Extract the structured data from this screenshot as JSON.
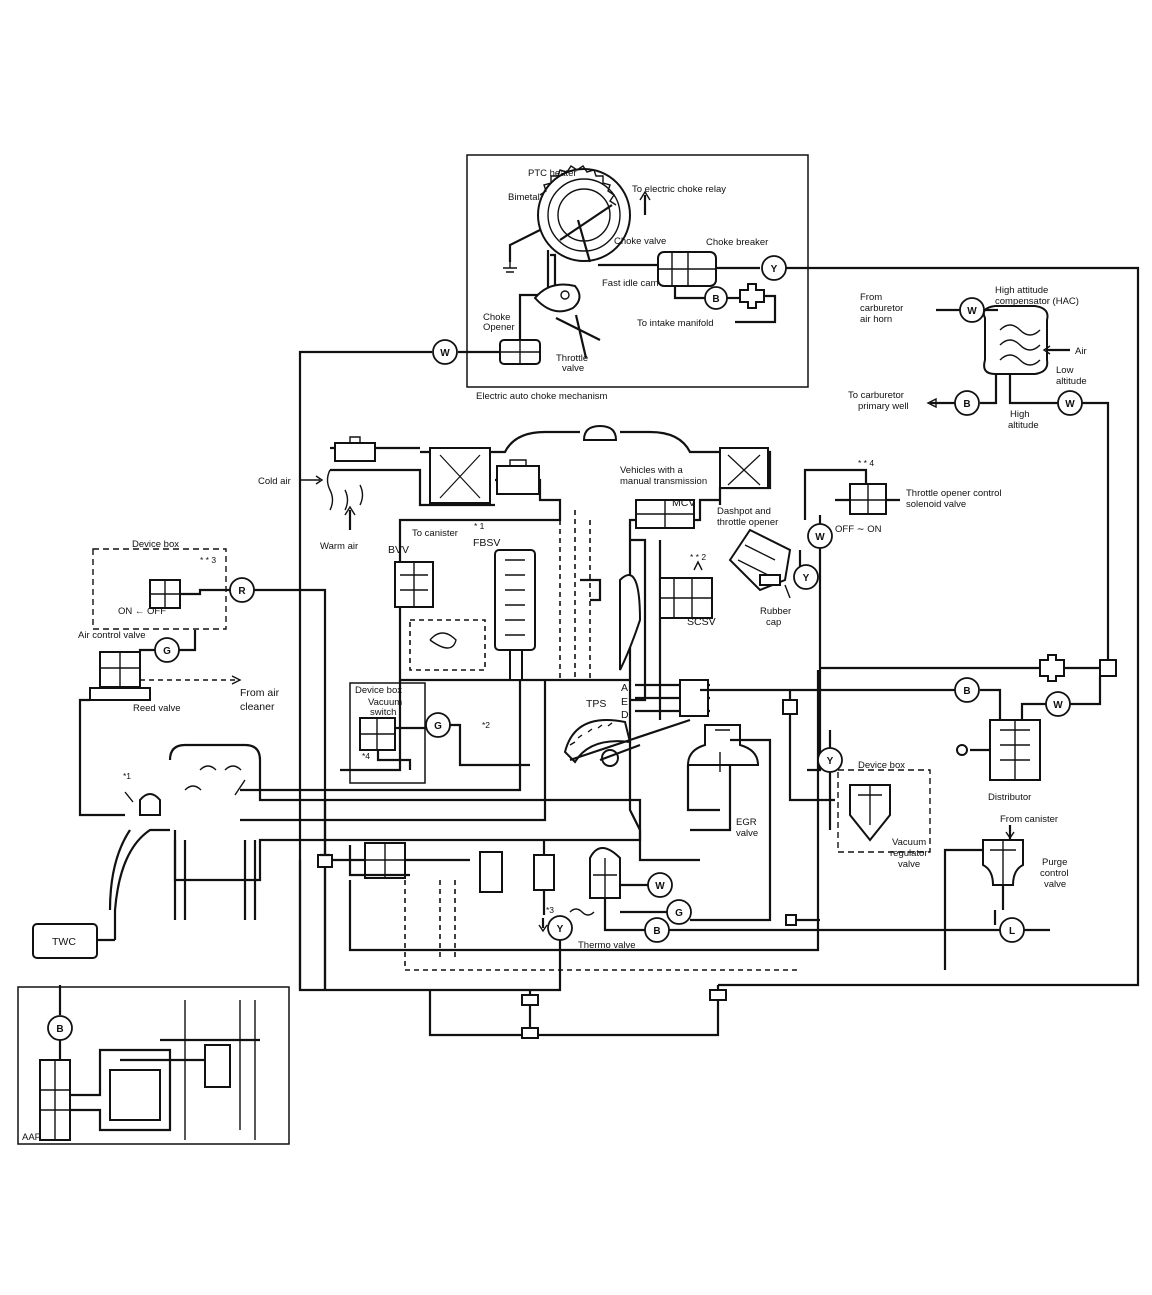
{
  "labels": {
    "ptc_heater": "PTC heater",
    "bimetal": "Bimetal",
    "to_electric_choke_relay": "To electric choke relay",
    "choke_valve": "Choke valve",
    "choke_breaker": "Choke breaker",
    "fast_idle_cam": "Fast idle cam",
    "to_intake_manifold": "To intake manifold",
    "choke_opener_1": "Choke",
    "choke_opener_2": "Opener",
    "throttle_valve_1": "Throttle",
    "throttle_valve_2": "valve",
    "electric_auto_choke": "Electric auto choke mechanism",
    "from_carb_horn_1": "From",
    "from_carb_horn_2": "carburetor",
    "from_carb_horn_3": "air horn",
    "hac_1": "High attitude",
    "hac_2": "compensator (HAC)",
    "air": "Air",
    "low_altitude_1": "Low",
    "low_altitude_2": "altitude",
    "to_carb_primary_1": "To carburetor",
    "to_carb_primary_2": "primary well",
    "high_altitude_1": "High",
    "high_altitude_2": "altitude",
    "cold_air": "Cold air",
    "warm_air": "Warm air",
    "vehicles_manual_1": "Vehicles with a",
    "vehicles_manual_2": "manual transmission",
    "mcv": "MCV",
    "dashpot_1": "Dashpot and",
    "dashpot_2": "throttle opener",
    "throttle_opener_1": "Throttle opener control",
    "throttle_opener_2": "solenoid valve",
    "off_on": "OFF ∼ ON",
    "to_canister": "To canister",
    "fbsv": "FBSV",
    "bvv": "BVV",
    "scsv": "SCSV",
    "rubber_cap_1": "Rubber",
    "rubber_cap_2": "cap",
    "device_box": "Device box",
    "on_off": "ON ← OFF",
    "air_control_valve": "Air control valve",
    "reed_valve": "Reed valve",
    "from_air_cleaner_1": "From air",
    "from_air_cleaner_2": "cleaner",
    "vacuum_switch_1": "Vacuum",
    "vacuum_switch_2": "switch",
    "tps": "TPS",
    "port_a": "A",
    "port_e": "E",
    "port_d": "D",
    "egr_1": "EGR",
    "egr_2": "valve",
    "distributor": "Distributor",
    "vacuum_reg_1": "Vacuum",
    "vacuum_reg_2": "regulator",
    "vacuum_reg_3": "valve",
    "from_canister": "From canister",
    "purge_1": "Purge",
    "purge_2": "control",
    "purge_3": "valve",
    "thermo_valve": "Thermo valve",
    "twc": "TWC",
    "aap": "AAP",
    "note_1": "*1",
    "note_2": "*2",
    "note_3": "*3",
    "note_4": "*4",
    "note_s1": "* 1",
    "note_ss2": "* * 2",
    "note_ss3": "* * 3",
    "note_ss4": "* * 4"
  },
  "connectors": {
    "y": "Y",
    "w": "W",
    "b": "B",
    "g": "G",
    "r": "R",
    "l": "L"
  }
}
